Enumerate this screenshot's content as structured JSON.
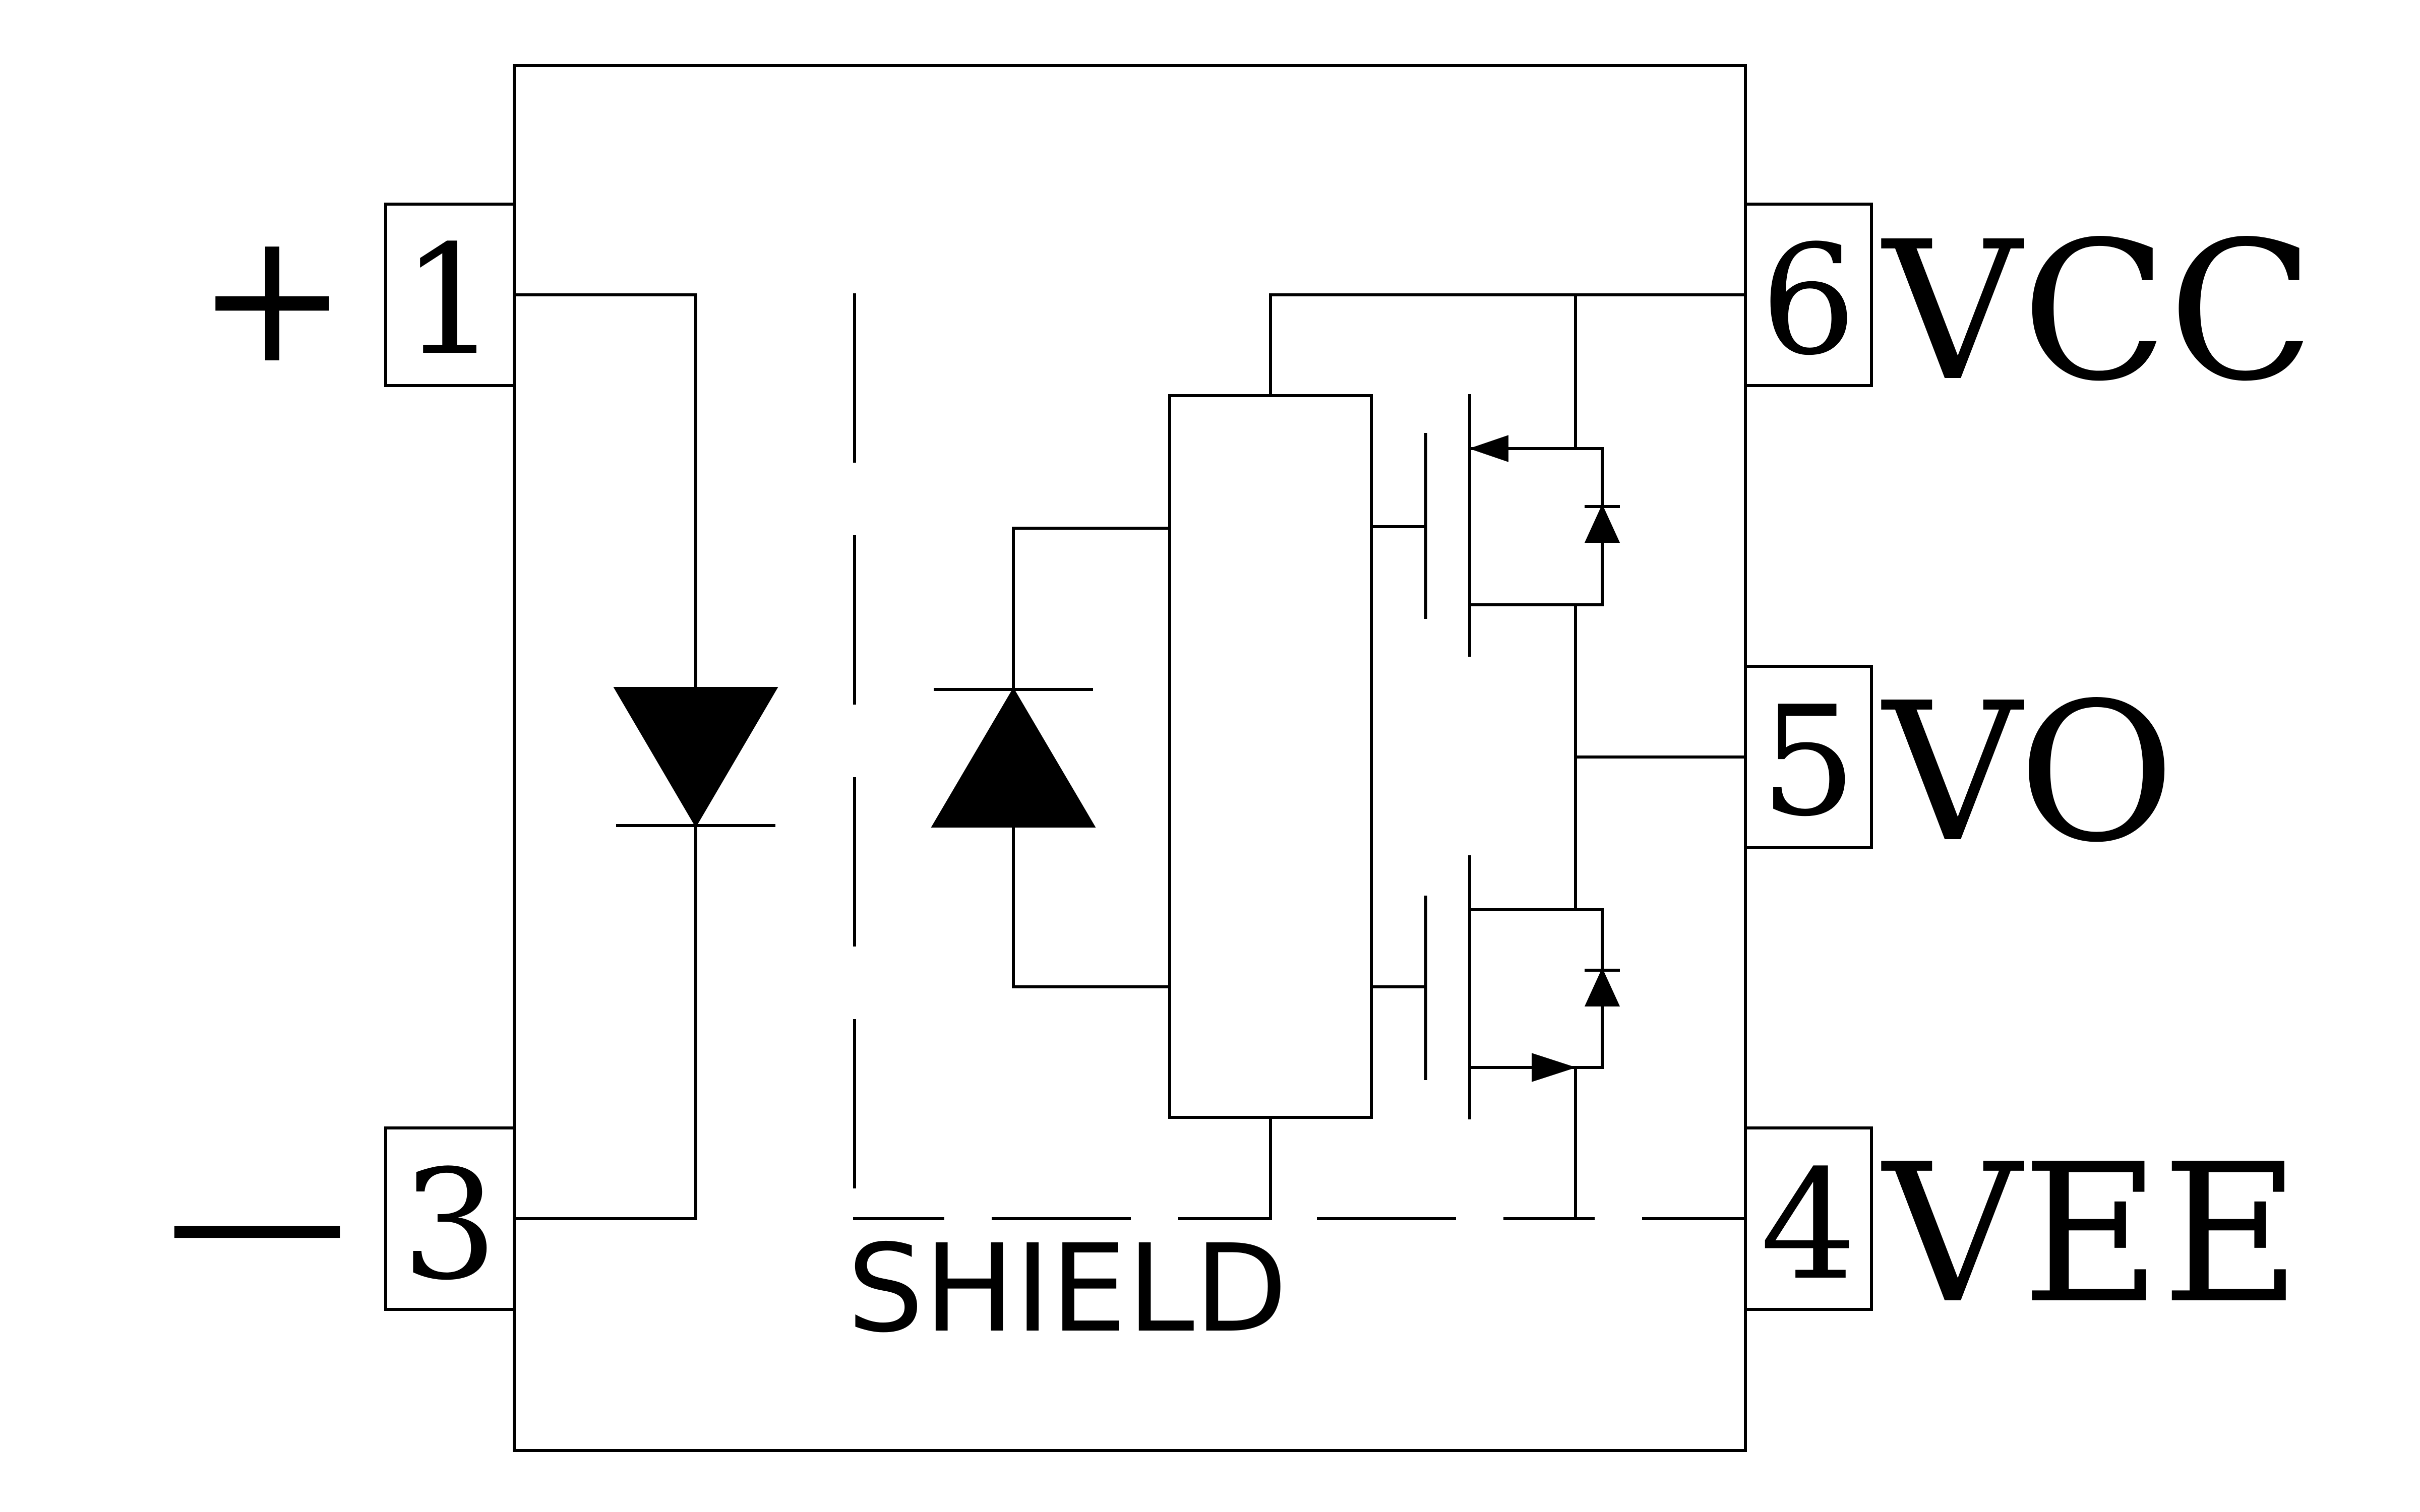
{
  "diagram": {
    "pins": [
      {
        "number": "1",
        "sign": "+"
      },
      {
        "number": "3",
        "sign": "—"
      },
      {
        "number": "6",
        "name": "VCC"
      },
      {
        "number": "5",
        "name": "VO"
      },
      {
        "number": "4",
        "name": "VEE"
      }
    ],
    "shield_label": "SHIELD"
  }
}
